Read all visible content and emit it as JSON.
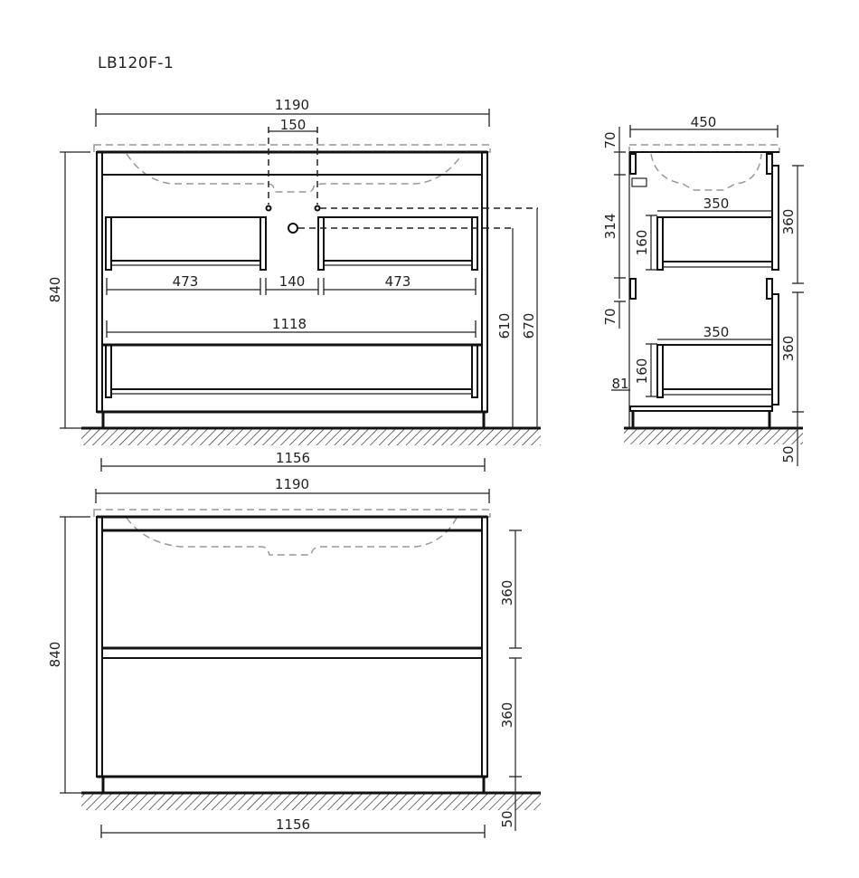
{
  "title": "LB120F-1",
  "colors": {
    "line": "#111111",
    "dash": "#999999",
    "background": "#ffffff"
  },
  "front_view_open": {
    "width_top": "1190",
    "tap_spacing": "150",
    "height_total": "840",
    "drawer_left_width": "473",
    "drawer_gap": "140",
    "drawer_right_width": "473",
    "bottom_drawer_width": "1118",
    "drain_height": "610",
    "water_inlet_height": "670",
    "base_width": "1156"
  },
  "side_view": {
    "depth": "450",
    "top_gap": "70",
    "upper_section": "314",
    "middle_gap": "70",
    "drawer_depth_upper": "350",
    "drawer_depth_lower": "350",
    "drawer_inner_height_upper": "160",
    "drawer_inner_height_lower": "160",
    "bottom_offset": "81",
    "front_height_upper": "360",
    "front_height_lower": "360",
    "leg_height": "50"
  },
  "front_view_closed": {
    "width_top": "1190",
    "height_total": "840",
    "front_height_upper": "360",
    "front_height_lower": "360",
    "leg_height": "50",
    "base_width": "1156"
  }
}
